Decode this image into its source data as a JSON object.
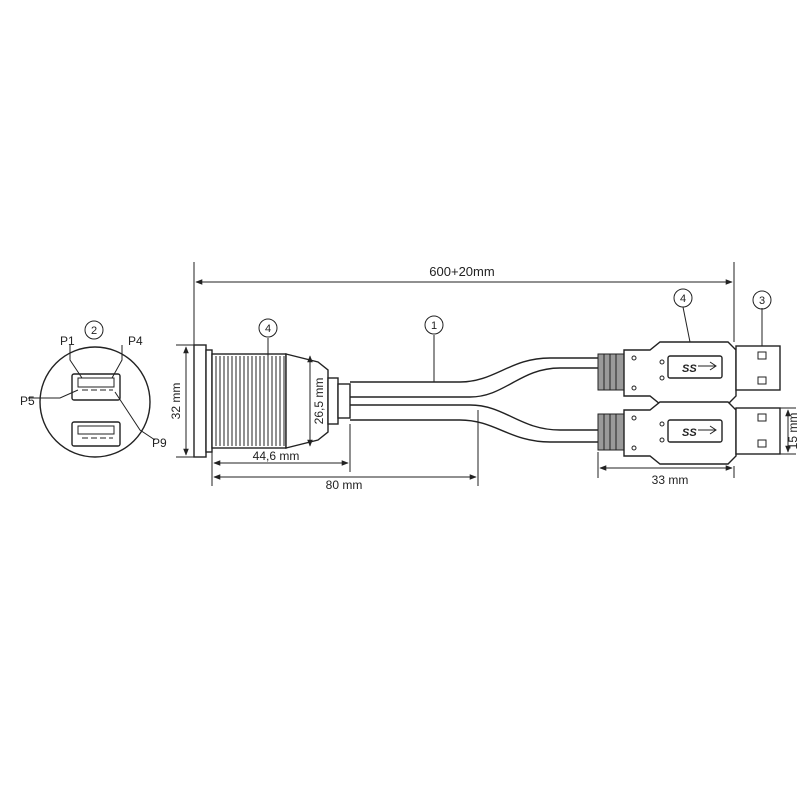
{
  "dimensions": {
    "total_length": "600+20mm",
    "panel_height": "32 mm",
    "thread_diameter": "26,5 mm",
    "socket_length": "44,6 mm",
    "split_length": "80 mm",
    "plug_length": "33 mm",
    "plug_width": "15 mm"
  },
  "callouts": {
    "cable": "1",
    "socket_face": "2",
    "plug_tip": "3",
    "thread": "4",
    "plug_body": "4"
  },
  "pins": {
    "p1": "P1",
    "p4": "P4",
    "p5": "P5",
    "p9": "P9"
  },
  "logos": {
    "upper_plug": "SS",
    "lower_plug": "SS"
  }
}
